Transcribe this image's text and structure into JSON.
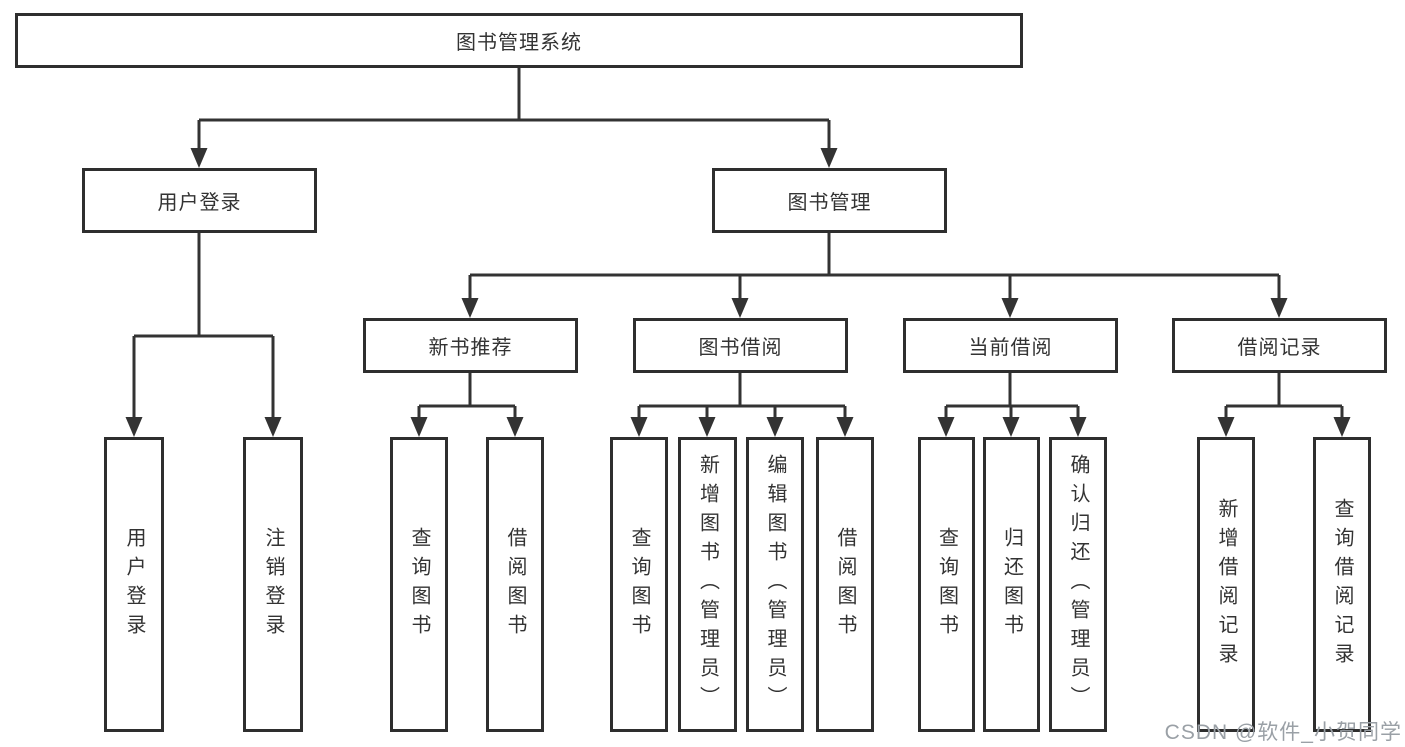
{
  "diagram": {
    "root": {
      "label": "图书管理系统"
    },
    "branches": [
      {
        "label": "用户登录",
        "children": [
          {
            "label": "用户登录"
          },
          {
            "label": "注销登录"
          }
        ]
      },
      {
        "label": "图书管理",
        "children": [
          {
            "label": "新书推荐",
            "children": [
              {
                "label": "查询图书"
              },
              {
                "label": "借阅图书"
              }
            ]
          },
          {
            "label": "图书借阅",
            "children": [
              {
                "label": "查询图书"
              },
              {
                "label": "新增图书（管理员）"
              },
              {
                "label": "编辑图书（管理员）"
              },
              {
                "label": "借阅图书"
              }
            ]
          },
          {
            "label": "当前借阅",
            "children": [
              {
                "label": "查询图书"
              },
              {
                "label": "归还图书"
              },
              {
                "label": "确认归还（管理员）"
              }
            ]
          },
          {
            "label": "借阅记录",
            "children": [
              {
                "label": "新增借阅记录"
              },
              {
                "label": "查询借阅记录"
              }
            ]
          }
        ]
      }
    ]
  },
  "watermark": {
    "text": "CSDN @软件_小贺同学"
  },
  "colors": {
    "line": "#333333",
    "box_border": "#2e2e2e",
    "box_fill": "#ffffff",
    "text": "#333333",
    "watermark": "#9aa0a6",
    "background": "#ffffff"
  }
}
